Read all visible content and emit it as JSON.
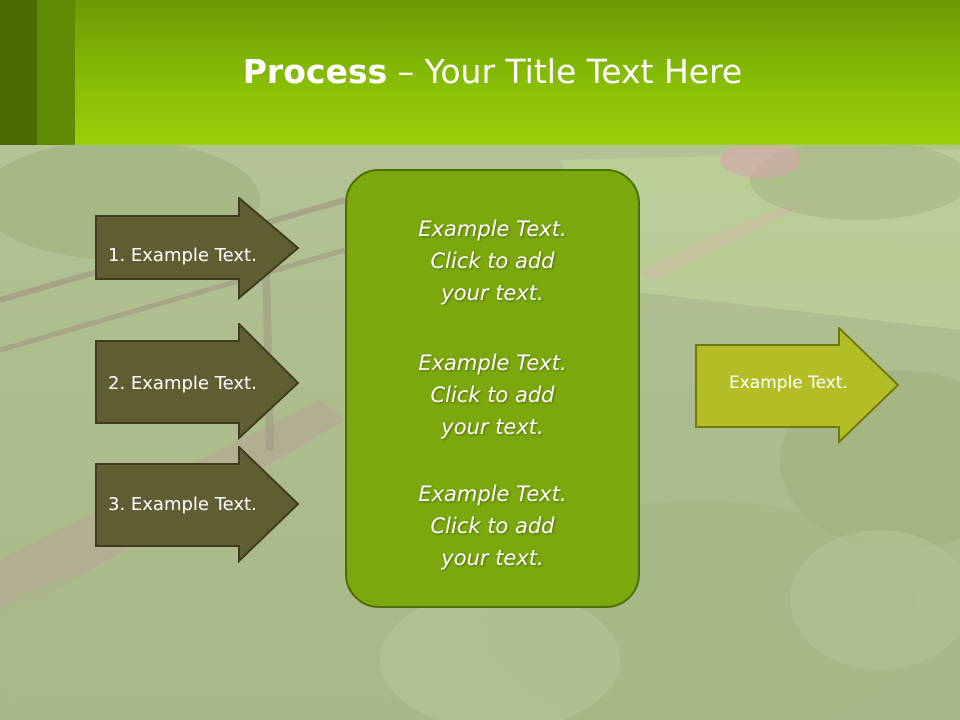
{
  "title": {
    "bold": "Process",
    "rest": " – Your Title Text Here"
  },
  "left_arrows": [
    {
      "label": "1. Example Text."
    },
    {
      "label": "2. Example Text."
    },
    {
      "label": "3. Example Text."
    }
  ],
  "center_box": {
    "blocks": [
      {
        "lines": [
          "Example Text.",
          "Click  to add",
          "your text."
        ]
      },
      {
        "lines": [
          "Example Text.",
          "Click  to add",
          "your text."
        ]
      },
      {
        "lines": [
          "Example Text.",
          "Click  to add",
          "your text."
        ]
      }
    ]
  },
  "right_arrow": {
    "label": "Example Text."
  },
  "colors": {
    "header_green": "#86bc05",
    "dark_arrow": "#5f5e33",
    "center_box": "#7ba80d",
    "right_arrow": "#b3be27"
  }
}
